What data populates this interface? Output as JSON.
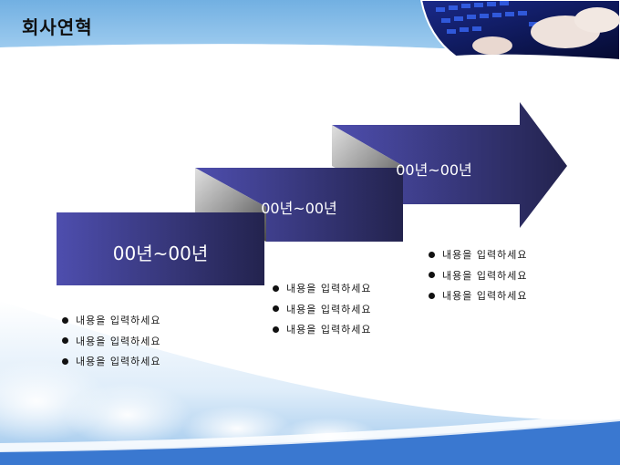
{
  "slide": {
    "title": "회사연혁",
    "steps": [
      {
        "label": "00년~00년",
        "bullets": [
          "내용을 입력하세요",
          "내용을 입력하세요",
          "내용을 입력하세요"
        ]
      },
      {
        "label": "00년~00년",
        "bullets": [
          "내용을 입력하세요",
          "내용을 입력하세요",
          "내용을 입력하세요"
        ]
      },
      {
        "label": "00년~00년",
        "bullets": [
          "내용을 입력하세요",
          "내용을 입력하세요",
          "내용을 입력하세요"
        ]
      }
    ]
  },
  "colors": {
    "sky_top": "#7ab6e4",
    "block_light": "#4a4aa8",
    "block_dark": "#23234e",
    "bottom_band": "#3d7dd4"
  },
  "icons": [
    "bullet-dot-icon",
    "keyboard-photo",
    "cloud-decoration"
  ]
}
